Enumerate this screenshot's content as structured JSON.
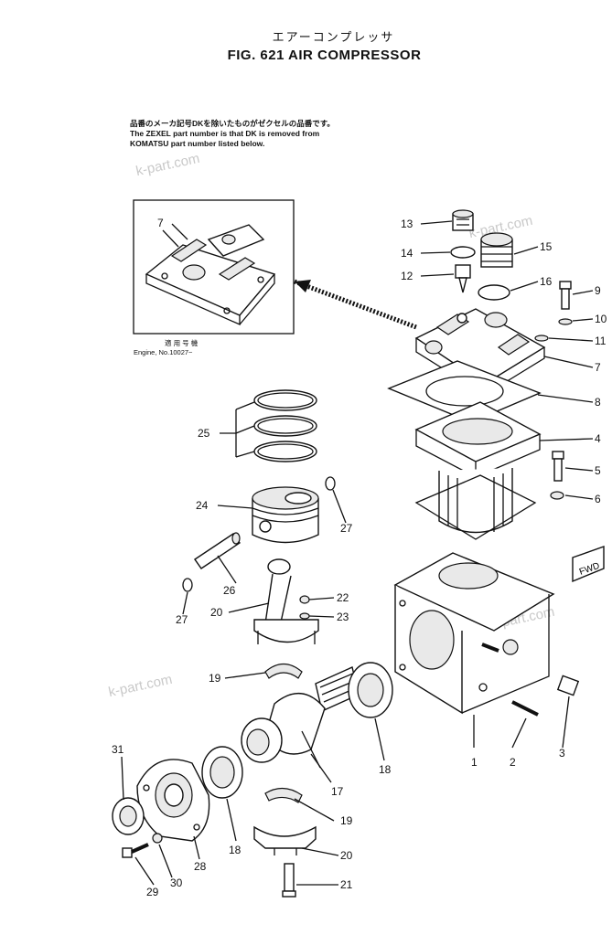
{
  "header": {
    "title_jp": "エアーコンプレッサ",
    "title_en": "FIG. 621  AIR COMPRESSOR"
  },
  "note": {
    "line1": "品番のメーカ記号DKを除いたものがゼクセルの品番です。",
    "line2": "The ZEXEL part number is that DK is removed from",
    "line3": "KOMATSU part number listed below."
  },
  "inset": {
    "label_jp": "適 用 号 機",
    "label_en": "Engine, No.10027~",
    "part_number": "7"
  },
  "watermarks": [
    "k-part.com",
    "k-part.com",
    "k-part.com",
    "k-part.com"
  ],
  "fwd_label": "FWD",
  "callouts": [
    {
      "id": "c1",
      "label": "1"
    },
    {
      "id": "c2",
      "label": "2"
    },
    {
      "id": "c3",
      "label": "3"
    },
    {
      "id": "c4",
      "label": "4"
    },
    {
      "id": "c5",
      "label": "5"
    },
    {
      "id": "c6",
      "label": "6"
    },
    {
      "id": "c7",
      "label": "7"
    },
    {
      "id": "c8",
      "label": "8"
    },
    {
      "id": "c9",
      "label": "9"
    },
    {
      "id": "c10",
      "label": "10"
    },
    {
      "id": "c11",
      "label": "11"
    },
    {
      "id": "c12",
      "label": "12"
    },
    {
      "id": "c13",
      "label": "13"
    },
    {
      "id": "c14",
      "label": "14"
    },
    {
      "id": "c15",
      "label": "15"
    },
    {
      "id": "c16",
      "label": "16"
    },
    {
      "id": "c17",
      "label": "17"
    },
    {
      "id": "c18a",
      "label": "18"
    },
    {
      "id": "c18b",
      "label": "18"
    },
    {
      "id": "c19a",
      "label": "19"
    },
    {
      "id": "c19b",
      "label": "19"
    },
    {
      "id": "c20a",
      "label": "20"
    },
    {
      "id": "c20b",
      "label": "20"
    },
    {
      "id": "c21",
      "label": "21"
    },
    {
      "id": "c22",
      "label": "22"
    },
    {
      "id": "c23",
      "label": "23"
    },
    {
      "id": "c24",
      "label": "24"
    },
    {
      "id": "c25",
      "label": "25"
    },
    {
      "id": "c26",
      "label": "26"
    },
    {
      "id": "c27a",
      "label": "27"
    },
    {
      "id": "c27b",
      "label": "27"
    },
    {
      "id": "c28",
      "label": "28"
    },
    {
      "id": "c29",
      "label": "29"
    },
    {
      "id": "c30",
      "label": "30"
    },
    {
      "id": "c31",
      "label": "31"
    }
  ]
}
